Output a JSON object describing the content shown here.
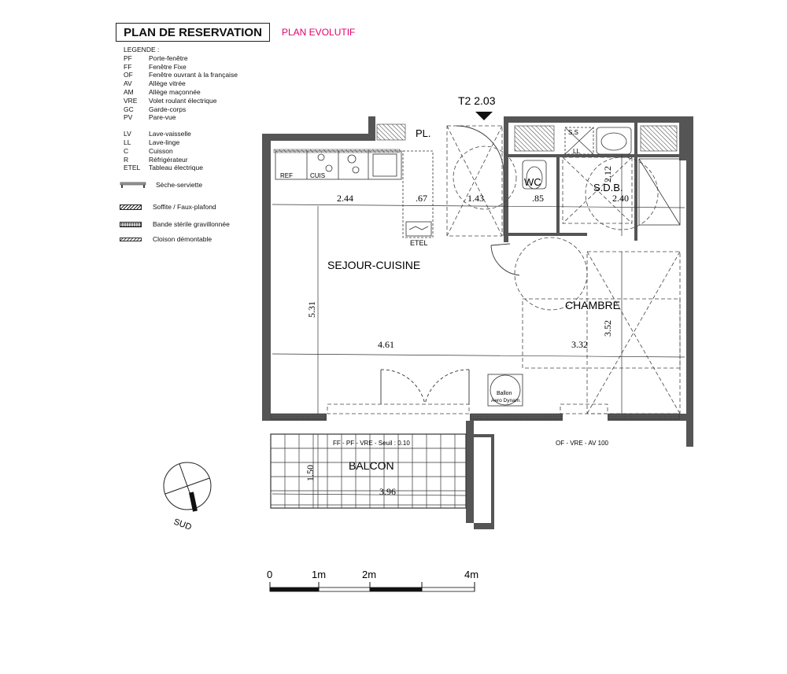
{
  "header": {
    "title": "PLAN DE RESERVATION",
    "subtitle": "PLAN EVOLUTIF",
    "subtitle_color": "#e3006d"
  },
  "legend": {
    "heading": "LEGENDE :",
    "items": [
      {
        "abbr": "PF",
        "label": "Porte-fenêtre"
      },
      {
        "abbr": "FF",
        "label": "Fenêtre Fixe"
      },
      {
        "abbr": "OF",
        "label": "Fenêtre ouvrant à la française"
      },
      {
        "abbr": "AV",
        "label": "Allège vitrée"
      },
      {
        "abbr": "AM",
        "label": "Allège maçonnée"
      },
      {
        "abbr": "VRE",
        "label": "Volet roulant électrique"
      },
      {
        "abbr": "GC",
        "label": "Garde-corps"
      },
      {
        "abbr": "PV",
        "label": "Pare-vue"
      }
    ],
    "items2": [
      {
        "abbr": "LV",
        "label": "Lave-vaisselle"
      },
      {
        "abbr": "LL",
        "label": "Lave-linge"
      },
      {
        "abbr": "C",
        "label": "Cuisson"
      },
      {
        "abbr": "R",
        "label": "Réfrigérateur"
      },
      {
        "abbr": "ETEL",
        "label": "Tableau électrique"
      }
    ],
    "symbols": {
      "seche": "Sèche-serviette",
      "soffite": "Soffite / Faux-plafond",
      "bande": "Bande stérile gravillonnée",
      "cloison": "Cloison démontable"
    }
  },
  "plan": {
    "unit": "T2 2.03",
    "rooms": {
      "sejour": "SEJOUR-CUISINE",
      "chambre": "CHAMBRE",
      "wc": "WC",
      "sdb": "S.D.B.",
      "pl": "PL.",
      "balcon": "BALCON"
    },
    "labels": {
      "etel": "ETEL",
      "ref": "REF",
      "cuis": "CUIS",
      "ss": "S.S",
      "ll": "LL",
      "ballon": "Ballon",
      "ballon2": "Aero Dynam.",
      "window_sejour": "FF - PF - VRE - Seuil : 0.10",
      "window_chambre": "OF - VRE - AV 100"
    },
    "dims": {
      "d244": "2.44",
      "d067": ".67",
      "d143": "1.43",
      "d085": ".85",
      "d240": "2.40",
      "d212": "2.12",
      "d531": "5.31",
      "d461": "4.61",
      "d332": "3.32",
      "d352": "3.52",
      "d150": "1.50",
      "d396": "3.96"
    }
  },
  "compass": {
    "label": "SUD"
  },
  "scale": {
    "ticks": [
      "0",
      "1m",
      "2m",
      "4m"
    ]
  }
}
